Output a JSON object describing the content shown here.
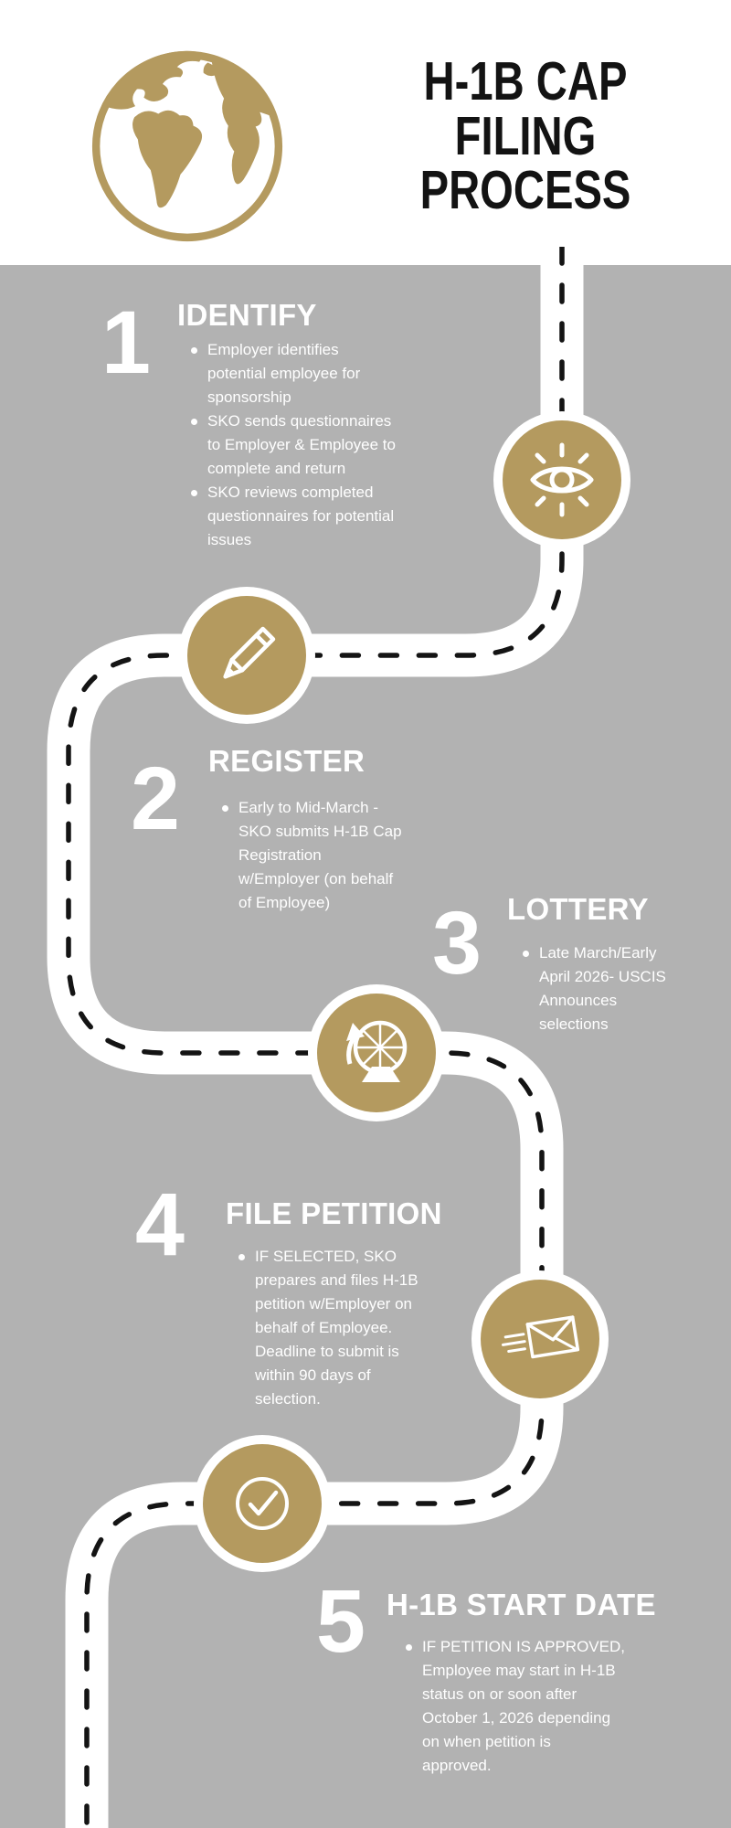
{
  "header": {
    "title": "H-1B CAP\nFILING\nPROCESS"
  },
  "colors": {
    "gold": "#b49a5f",
    "background_gray": "#b2b2b2",
    "road_white": "#ffffff",
    "dash_black": "#141414",
    "title_black": "#131313",
    "step_text_white": "#ffffff"
  },
  "icons": [
    "globe-icon",
    "eye-icon",
    "pencil-icon",
    "lottery-wheel-icon",
    "fast-envelope-icon",
    "check-circle-icon"
  ],
  "steps": [
    {
      "number": "1",
      "title": "IDENTIFY",
      "icon": "eye-icon",
      "bullets": [
        "Employer identifies\npotential employee for\nsponsorship",
        "SKO sends questionnaires\nto Employer & Employee to\ncomplete and return",
        "SKO reviews completed\nquestionnaires for potential\nissues"
      ]
    },
    {
      "number": "2",
      "title": "REGISTER",
      "icon": "pencil-icon",
      "bullets": [
        "Early to Mid-March -\nSKO submits H-1B Cap\nRegistration\nw/Employer (on behalf\nof Employee)"
      ]
    },
    {
      "number": "3",
      "title": "LOTTERY",
      "icon": "lottery-wheel-icon",
      "bullets": [
        "Late March/Early\nApril 2026- USCIS\nAnnounces\nselections"
      ]
    },
    {
      "number": "4",
      "title": "FILE PETITION",
      "icon": "fast-envelope-icon",
      "bullets": [
        "IF SELECTED, SKO\nprepares and files H-1B\npetition w/Employer on\nbehalf of Employee.\nDeadline to submit is\nwithin 90 days of\nselection."
      ]
    },
    {
      "number": "5",
      "title": "H-1B START DATE",
      "icon": "check-circle-icon",
      "bullets": [
        "IF PETITION IS APPROVED,\nEmployee may start in H-1B\nstatus on or soon after\nOctober 1, 2026 depending\non when petition is\napproved."
      ]
    }
  ]
}
